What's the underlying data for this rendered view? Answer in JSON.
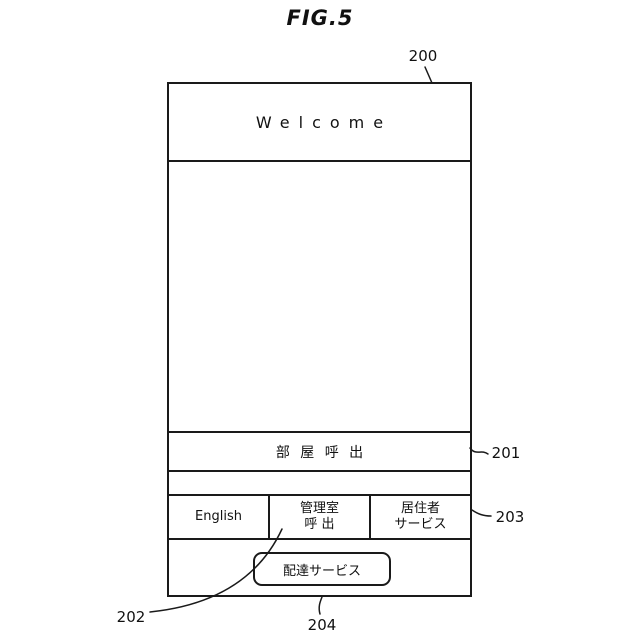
{
  "figure": {
    "title": "FIG.5"
  },
  "refs": {
    "r200": "200",
    "r201": "201",
    "r202": "202",
    "r203": "203",
    "r204": "204"
  },
  "screen": {
    "welcome": "Welcome",
    "room_call": "部 屋 呼 出",
    "english": "English",
    "manager_call_line1": "管理室",
    "manager_call_line2": "呼 出",
    "resident_line1": "居住者",
    "resident_line2": "サービス",
    "delivery": "配達サービス"
  }
}
